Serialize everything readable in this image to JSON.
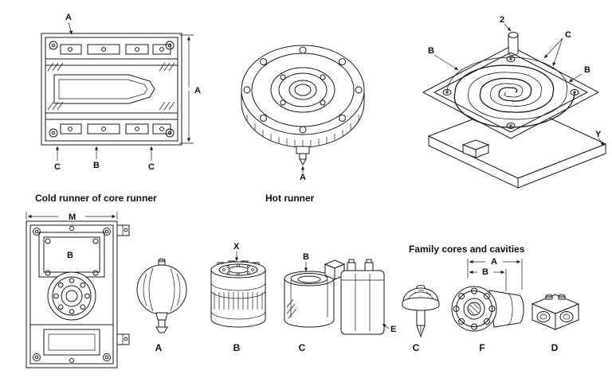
{
  "ink": "#1a1a1a",
  "captions": {
    "cold_runner": "Cold runner of core runner",
    "hot_runner": "Hot runner",
    "family": "Family cores and cavities"
  },
  "figures": {
    "mold_section": {
      "top_a": "A",
      "right_a": "A",
      "bottom_b": "B",
      "bottom_c_left": "C",
      "bottom_c_right": "C"
    },
    "hot_runner": {
      "nozzle_a": "A"
    },
    "spiral_plate": {
      "pin": "2",
      "c": "C",
      "b_left": "B",
      "b_right": "B",
      "y": "Y"
    },
    "core_plate": {
      "dim_m": "M",
      "pocket_b": "B"
    },
    "ribbed_cylinder": {
      "x": "X"
    },
    "cup": {
      "b": "B"
    },
    "battery": {
      "e": "E"
    },
    "flanged_cylinder": {
      "dim_a": "A",
      "dim_b": "B"
    }
  },
  "part_letters": {
    "sphere": "A",
    "ribbed_cylinder": "B",
    "cup": "C",
    "poppet": "C",
    "flanged_cylinder": "F",
    "block": "D"
  }
}
